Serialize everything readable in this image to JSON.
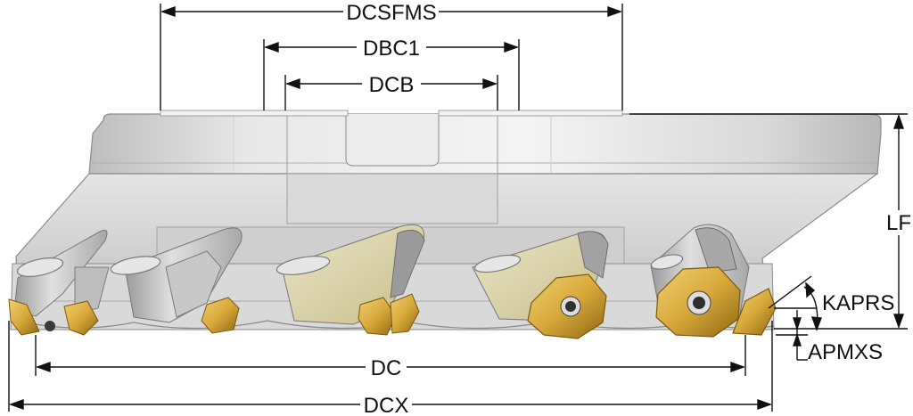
{
  "dimensions": {
    "dcsfms": "DCSFMS",
    "dbc1": "DBC1",
    "dcb": "DCB",
    "lf": "LF",
    "kaprs": "KAPRS",
    "dc": "DC",
    "apmxs": "APMXS",
    "dcx": "DCX"
  },
  "colors": {
    "line": "#111111",
    "body_light": "#e2e2e2",
    "body_mid": "#c9c9c9",
    "body_dark": "#8f8f8f",
    "insert_gold": "#d8a93a",
    "insert_gold_dark": "#9c7418",
    "insert_screw": "#2f2f2f"
  }
}
